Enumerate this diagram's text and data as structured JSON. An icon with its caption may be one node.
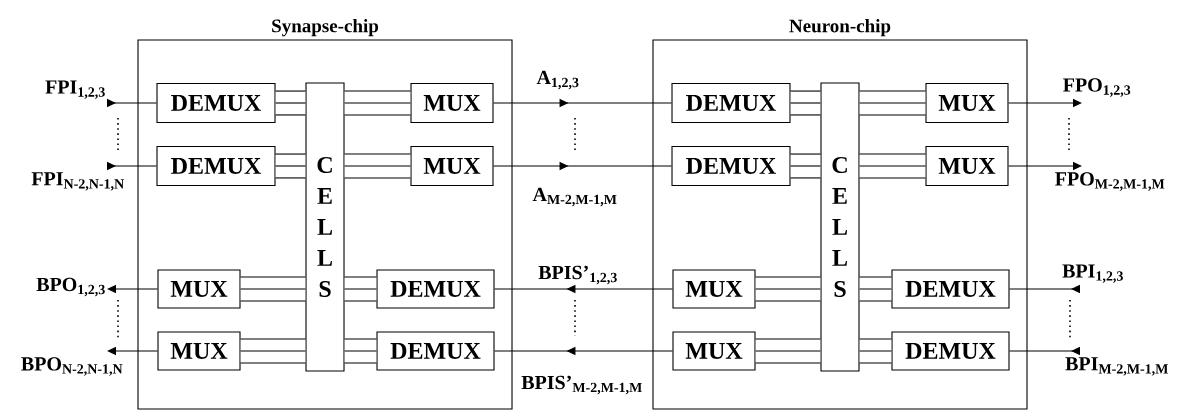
{
  "diagram": {
    "nodes": [
      {
        "text": [
          "Synapse-chip"
        ]
      },
      {
        "text": [
          "DEMUX"
        ],
        "in": 0
      },
      {
        "text": [
          "DEMUX"
        ],
        "in": 0
      },
      {
        "text": [
          "MUX"
        ],
        "in": 0
      },
      {
        "text": [
          "MUX"
        ],
        "in": 0
      },
      {
        "text": [
          "CELLS"
        ],
        "in": 0
      },
      {
        "text": [
          "MUX"
        ],
        "in": 0
      },
      {
        "text": [
          "MUX"
        ],
        "in": 0
      },
      {
        "text": [
          "DEMUX"
        ],
        "in": 0
      },
      {
        "text": [
          "DEMUX"
        ],
        "in": 0
      },
      {
        "text": [
          "Neuron-chip"
        ]
      },
      {
        "text": [
          "DEMUX"
        ],
        "in": 10
      },
      {
        "text": [
          "DEMUX"
        ],
        "in": 10
      },
      {
        "text": [
          "MUX"
        ],
        "in": 10
      },
      {
        "text": [
          "MUX"
        ],
        "in": 10
      },
      {
        "text": [
          "CELLS"
        ],
        "in": 10
      },
      {
        "text": [
          "MUX"
        ],
        "in": 10
      },
      {
        "text": [
          "MUX"
        ],
        "in": 10
      },
      {
        "text": [
          "DEMUX"
        ],
        "in": 10
      },
      {
        "text": [
          "DEMUX"
        ],
        "in": 10
      },
      {
        "text": [
          "FPI$_{1,2,3}$"
        ]
      },
      {
        "text": [
          "FPI$_{N-2,N-1,N}$"
        ]
      },
      {
        "text": [
          "BPO$_{1,2,3}$"
        ]
      },
      {
        "text": [
          "BPO$_{N-2,N-1,N}$"
        ]
      },
      {
        "text": [
          "FPO$_{1,2,3}$"
        ]
      },
      {
        "text": [
          "FPO$_{M-2,M-1,M}$"
        ]
      },
      {
        "text": [
          "BPI$_{1,2,3}$"
        ]
      },
      {
        "text": [
          "BPI$_{M-2,M-1,M}$"
        ]
      }
    ],
    "edges": [
      {
        "from": 20,
        "to": 1,
        "arrow": "to"
      },
      {
        "from": 21,
        "to": 2,
        "arrow": "to"
      },
      {
        "from": 1,
        "to": 5,
        "arrow": "none"
      },
      {
        "from": 2,
        "to": 5,
        "arrow": "none"
      },
      {
        "from": 5,
        "to": 6,
        "arrow": "none"
      },
      {
        "from": 5,
        "to": 7,
        "arrow": "none"
      },
      {
        "from": 5,
        "to": 3,
        "arrow": "none"
      },
      {
        "from": 5,
        "to": 4,
        "arrow": "none"
      },
      {
        "from": 8,
        "to": 5,
        "arrow": "none"
      },
      {
        "from": 9,
        "to": 5,
        "arrow": "none"
      },
      {
        "from": 3,
        "to": 22,
        "arrow": "to"
      },
      {
        "from": 4,
        "to": 23,
        "arrow": "to"
      },
      {
        "from": 6,
        "to": 11,
        "arrow": "to",
        "label": "A$_{1,2,3}$"
      },
      {
        "from": 7,
        "to": 12,
        "arrow": "to",
        "label": "A$_{M-2,M-1,M}$"
      },
      {
        "from": 13,
        "to": 8,
        "arrow": "to",
        "label": "BPIS’$_{1,2,3}$"
      },
      {
        "from": 14,
        "to": 9,
        "arrow": "to",
        "label": "BPIS’$_{M-2,M-1,M}$"
      },
      {
        "from": 11,
        "to": 15,
        "arrow": "none"
      },
      {
        "from": 12,
        "to": 15,
        "arrow": "none"
      },
      {
        "from": 15,
        "to": 16,
        "arrow": "none"
      },
      {
        "from": 15,
        "to": 17,
        "arrow": "none"
      },
      {
        "from": 15,
        "to": 13,
        "arrow": "none"
      },
      {
        "from": 15,
        "to": 14,
        "arrow": "none"
      },
      {
        "from": 18,
        "to": 15,
        "arrow": "none"
      },
      {
        "from": 19,
        "to": 15,
        "arrow": "none"
      },
      {
        "from": 16,
        "to": 24,
        "arrow": "to"
      },
      {
        "from": 17,
        "to": 25,
        "arrow": "to"
      },
      {
        "from": 26,
        "to": 18,
        "arrow": "to"
      },
      {
        "from": 27,
        "to": 19,
        "arrow": "to"
      }
    ]
  }
}
